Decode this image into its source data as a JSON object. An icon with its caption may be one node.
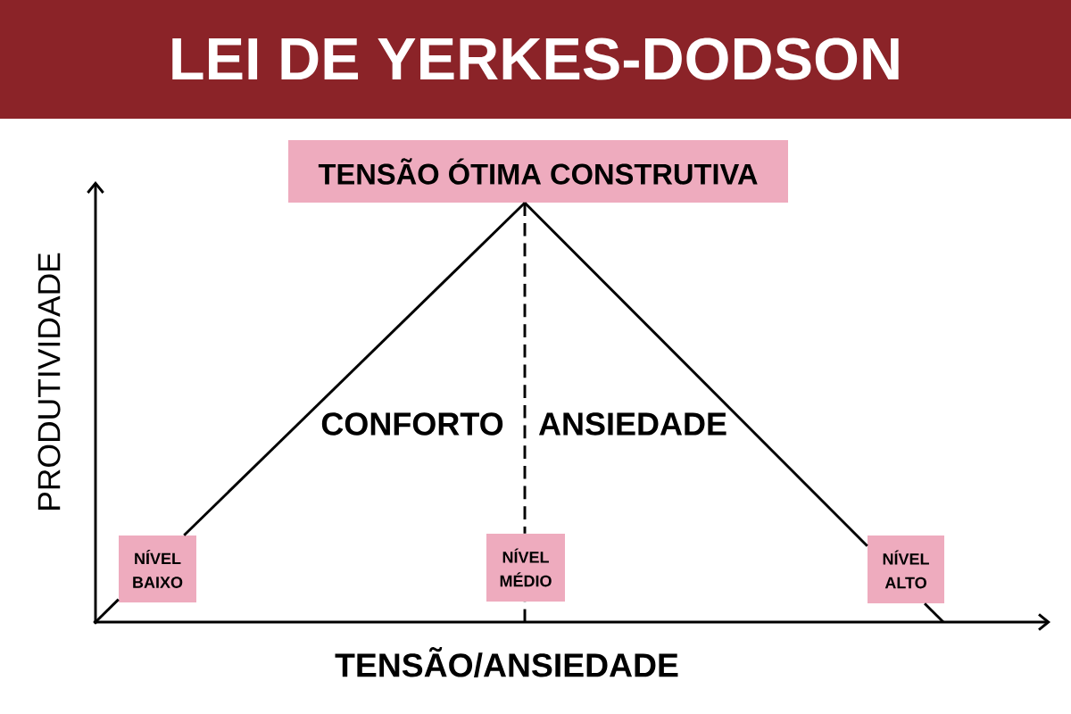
{
  "diagram": {
    "title": "LEI DE YERKES-DODSON",
    "nodes": [
      {
        "text": [
          "TENSÃO ÓTIMA CONSTRUTIVA"
        ]
      },
      {
        "text": [
          "NÍVEL BAIXO"
        ]
      },
      {
        "text": [
          "NÍVEL MÉDIO"
        ]
      },
      {
        "text": [
          "NÍVEL ALTO"
        ]
      }
    ],
    "edges": [
      {
        "from": null,
        "to": 1,
        "arrow": "none"
      },
      {
        "from": 1,
        "to": 0,
        "arrow": "none"
      },
      {
        "from": 0,
        "to": 3,
        "arrow": "none"
      },
      {
        "from": 3,
        "to": null,
        "arrow": "none"
      },
      {
        "from": 0,
        "to": 2,
        "arrow": "none",
        "style": "dashed"
      },
      {
        "from": 2,
        "to": null,
        "arrow": "none",
        "style": "dashed"
      }
    ],
    "labels": [
      "PRODUTIVIDADE",
      "CONFORTO",
      "ANSIEDADE",
      "TENSÃO/ANSIEDADE"
    ]
  }
}
